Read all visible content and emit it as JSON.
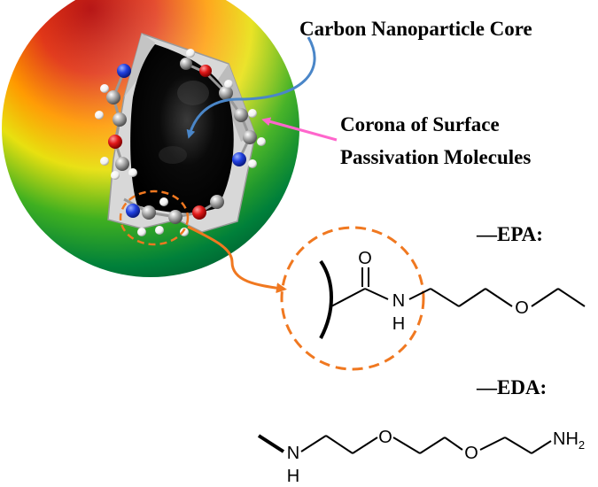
{
  "labels": {
    "core": "Carbon Nanoparticle Core",
    "corona_line1": "Corona of Surface",
    "corona_line2": "Passivation Molecules",
    "epa": "—EPA:",
    "eda": "—EDA:"
  },
  "atoms": {
    "epa_oxygen_carbonyl": "O",
    "epa_nitrogen": "N",
    "epa_hydrogen": "H",
    "epa_oxygen_ether": "O",
    "eda_nitrogen": "N",
    "eda_hydrogen": "H",
    "eda_oxygen_1": "O",
    "eda_oxygen_2": "O",
    "eda_amine": "NH",
    "eda_amine_subscript": "2"
  },
  "colors": {
    "core_arrow": "#4a86c8",
    "corona_arrow": "#ff66cc",
    "zoom_circle": "#f07820",
    "nitrogen_atom": "#2040e0",
    "oxygen_atom": "#e01818",
    "carbon_atom": "#a0a0a0",
    "hydrogen_atom": "#ffffff",
    "shell": "#d4d4d4",
    "core": "#000000"
  }
}
